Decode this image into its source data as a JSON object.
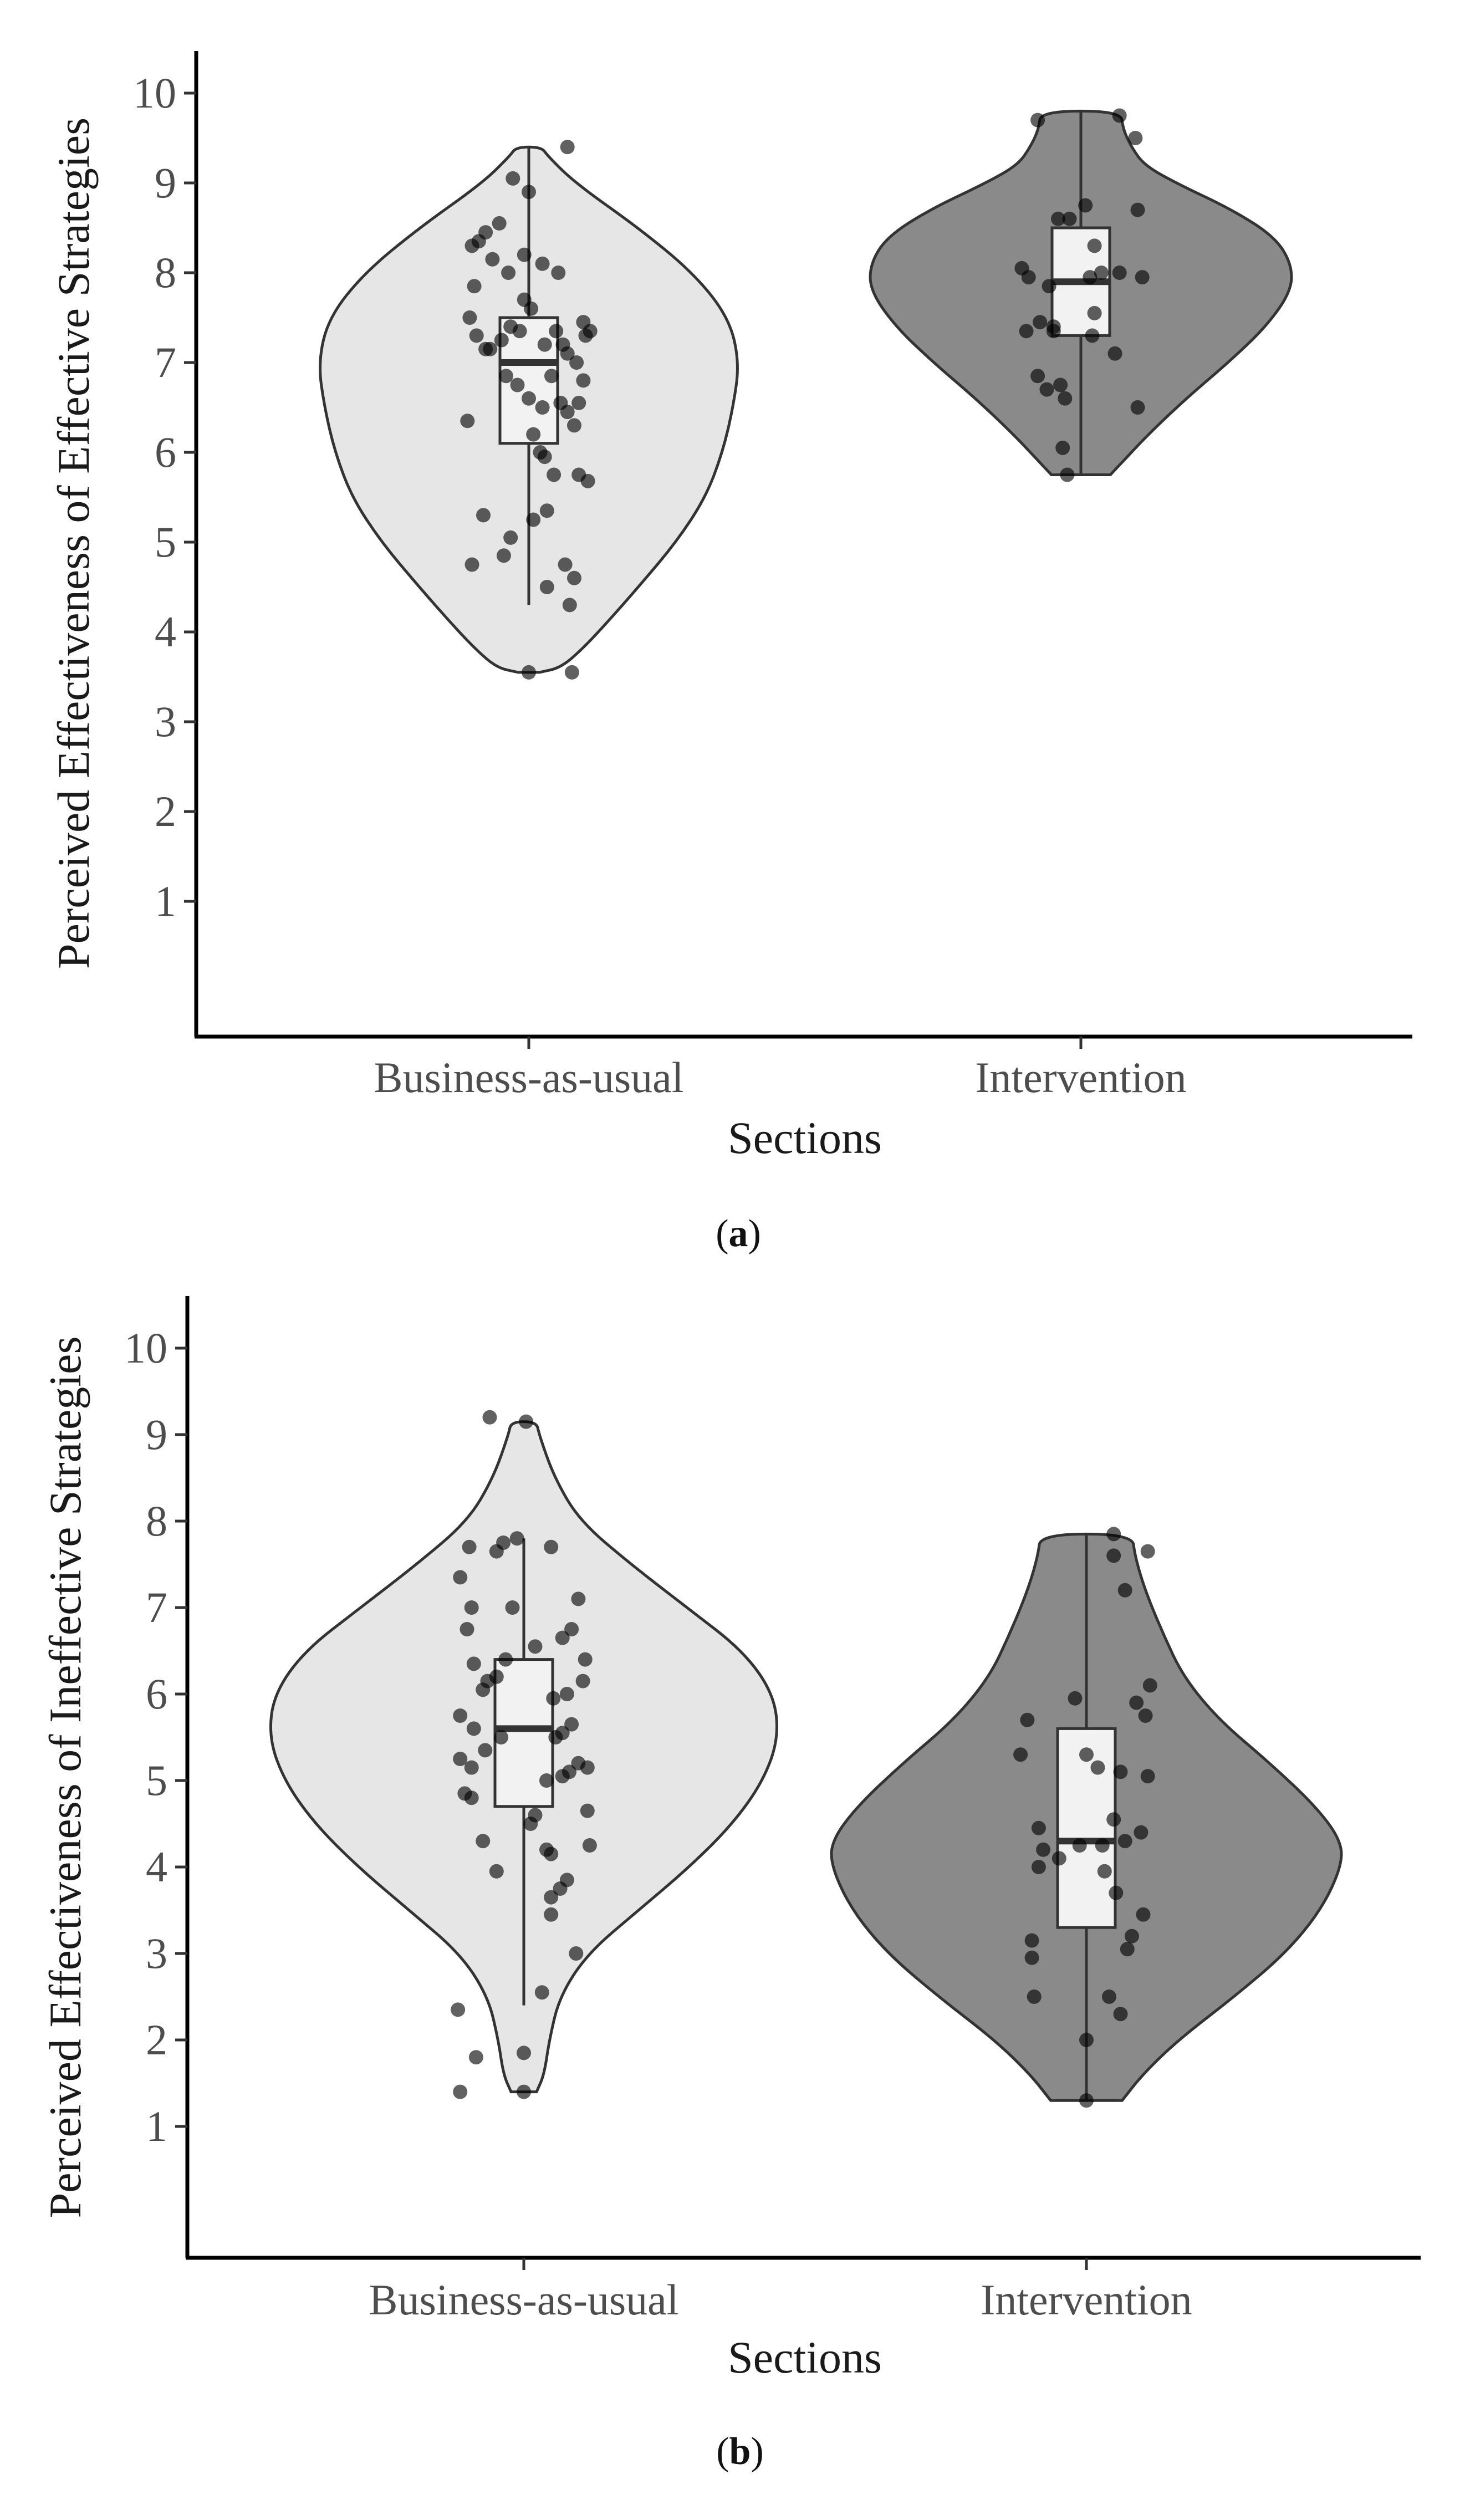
{
  "panels": [
    {
      "label": "a",
      "ylabel": "Perceived Effectiveness of Effective Strategies",
      "xlabel": "Sections",
      "yticks": [
        "1",
        "2",
        "3",
        "4",
        "5",
        "6",
        "7",
        "8",
        "9",
        "10"
      ]
    },
    {
      "label": "b",
      "ylabel": "Perceived Effectiveness of Ineffective Strategies",
      "xlabel": "Sections",
      "yticks": [
        "1",
        "2",
        "3",
        "4",
        "5",
        "6",
        "7",
        "8",
        "9",
        "10"
      ]
    }
  ],
  "chart_data": [
    {
      "type": "violin",
      "panel": "a",
      "xlabel": "Sections",
      "ylabel": "Perceived Effectiveness of Effective Strategies",
      "categories": [
        "Business-as-usual",
        "Intervention"
      ],
      "ylim": [
        0,
        10.5
      ],
      "yticks": [
        1,
        2,
        3,
        4,
        5,
        6,
        7,
        8,
        9,
        10
      ],
      "grid": false,
      "series": [
        {
          "category": "Business-as-usual",
          "fill": "#e6e6e6",
          "box": {
            "min": 4.3,
            "q1": 6.1,
            "median": 7.0,
            "q3": 7.5,
            "max": 9.4
          },
          "violin_range": [
            3.55,
            9.4
          ],
          "density": [
            [
              3.55,
              0.05
            ],
            [
              3.6,
              0.15
            ],
            [
              3.8,
              0.25
            ],
            [
              4.1,
              0.37
            ],
            [
              4.5,
              0.52
            ],
            [
              5.0,
              0.7
            ],
            [
              5.5,
              0.84
            ],
            [
              6.0,
              0.92
            ],
            [
              6.5,
              0.97
            ],
            [
              7.0,
              1.0
            ],
            [
              7.5,
              0.95
            ],
            [
              8.0,
              0.78
            ],
            [
              8.5,
              0.52
            ],
            [
              9.0,
              0.22
            ],
            [
              9.3,
              0.09
            ],
            [
              9.4,
              0.06
            ]
          ],
          "points": [
            [
              -0.25,
              8.3
            ],
            [
              -0.22,
              8.35
            ],
            [
              -0.19,
              8.45
            ],
            [
              -0.13,
              8.55
            ],
            [
              -0.07,
              9.05
            ],
            [
              0.0,
              8.9
            ],
            [
              0.17,
              9.4
            ],
            [
              -0.24,
              7.85
            ],
            [
              -0.16,
              8.15
            ],
            [
              -0.09,
              8.0
            ],
            [
              -0.02,
              8.2
            ],
            [
              0.06,
              8.1
            ],
            [
              0.13,
              8.0
            ],
            [
              -0.26,
              7.5
            ],
            [
              -0.23,
              7.3
            ],
            [
              -0.19,
              7.15
            ],
            [
              -0.17,
              7.15
            ],
            [
              -0.12,
              7.25
            ],
            [
              -0.08,
              7.4
            ],
            [
              -0.04,
              7.35
            ],
            [
              -0.02,
              7.7
            ],
            [
              0.01,
              7.6
            ],
            [
              0.07,
              7.2
            ],
            [
              0.12,
              7.35
            ],
            [
              0.15,
              7.2
            ],
            [
              0.17,
              7.1
            ],
            [
              0.21,
              7.0
            ],
            [
              0.25,
              7.3
            ],
            [
              0.24,
              7.45
            ],
            [
              0.27,
              7.35
            ],
            [
              -0.27,
              6.35
            ],
            [
              -0.1,
              6.85
            ],
            [
              -0.05,
              6.75
            ],
            [
              0.0,
              6.6
            ],
            [
              0.06,
              6.5
            ],
            [
              0.1,
              6.85
            ],
            [
              0.14,
              6.55
            ],
            [
              0.17,
              6.45
            ],
            [
              0.2,
              6.3
            ],
            [
              0.22,
              6.55
            ],
            [
              0.24,
              6.8
            ],
            [
              0.02,
              6.2
            ],
            [
              0.05,
              6.0
            ],
            [
              0.07,
              5.95
            ],
            [
              0.11,
              5.75
            ],
            [
              0.22,
              5.75
            ],
            [
              0.26,
              5.68
            ],
            [
              -0.2,
              5.3
            ],
            [
              0.02,
              5.25
            ],
            [
              0.08,
              5.35
            ],
            [
              -0.25,
              4.75
            ],
            [
              -0.11,
              4.85
            ],
            [
              -0.08,
              5.05
            ],
            [
              0.08,
              4.5
            ],
            [
              0.16,
              4.75
            ],
            [
              0.18,
              4.3
            ],
            [
              0.2,
              4.6
            ],
            [
              0.19,
              3.55
            ],
            [
              0.0,
              3.55
            ]
          ]
        },
        {
          "category": "Intervention",
          "fill": "#8a8a8a",
          "box": {
            "min": 5.75,
            "q1": 7.3,
            "median": 7.9,
            "q3": 8.5,
            "max": 9.8
          },
          "violin_range": [
            5.75,
            9.8
          ],
          "density": [
            [
              5.75,
              0.14
            ],
            [
              5.9,
              0.2
            ],
            [
              6.2,
              0.32
            ],
            [
              6.6,
              0.5
            ],
            [
              7.0,
              0.7
            ],
            [
              7.4,
              0.88
            ],
            [
              7.8,
              1.0
            ],
            [
              8.1,
              1.0
            ],
            [
              8.4,
              0.92
            ],
            [
              8.7,
              0.72
            ],
            [
              9.0,
              0.45
            ],
            [
              9.2,
              0.3
            ],
            [
              9.4,
              0.24
            ],
            [
              9.6,
              0.2
            ],
            [
              9.8,
              0.19
            ]
          ],
          "points": [
            [
              -0.19,
              9.7
            ],
            [
              0.17,
              9.75
            ],
            [
              0.24,
              9.5
            ],
            [
              0.25,
              8.7
            ],
            [
              -0.1,
              8.6
            ],
            [
              -0.05,
              8.6
            ],
            [
              0.02,
              8.75
            ],
            [
              0.06,
              8.3
            ],
            [
              -0.26,
              8.05
            ],
            [
              -0.23,
              7.95
            ],
            [
              -0.14,
              7.85
            ],
            [
              0.04,
              7.95
            ],
            [
              0.06,
              7.55
            ],
            [
              0.09,
              8.0
            ],
            [
              0.17,
              8.0
            ],
            [
              0.27,
              7.95
            ],
            [
              -0.24,
              7.35
            ],
            [
              -0.18,
              7.45
            ],
            [
              -0.12,
              7.4
            ],
            [
              -0.12,
              7.35
            ],
            [
              0.05,
              7.3
            ],
            [
              0.15,
              7.1
            ],
            [
              -0.19,
              6.85
            ],
            [
              -0.15,
              6.7
            ],
            [
              -0.09,
              6.75
            ],
            [
              -0.07,
              6.6
            ],
            [
              0.25,
              6.5
            ],
            [
              -0.08,
              6.05
            ],
            [
              -0.06,
              5.75
            ]
          ]
        }
      ]
    },
    {
      "type": "violin",
      "panel": "b",
      "xlabel": "Sections",
      "ylabel": "Perceived Effectiveness of Ineffective Strategies",
      "categories": [
        "Business-as-usual",
        "Intervention"
      ],
      "ylim": [
        -0.15,
        10.5
      ],
      "yticks": [
        1,
        2,
        3,
        4,
        5,
        6,
        7,
        8,
        9,
        10
      ],
      "grid": false,
      "series": [
        {
          "category": "Business-as-usual",
          "fill": "#e6e6e6",
          "box": {
            "min": 2.4,
            "q1": 4.7,
            "median": 5.6,
            "q3": 6.4,
            "max": 7.8
          },
          "violin_range": [
            1.4,
            9.15
          ],
          "density": [
            [
              1.4,
              0.05
            ],
            [
              1.6,
              0.08
            ],
            [
              2.0,
              0.1
            ],
            [
              2.5,
              0.14
            ],
            [
              3.0,
              0.25
            ],
            [
              3.5,
              0.45
            ],
            [
              4.0,
              0.65
            ],
            [
              4.5,
              0.82
            ],
            [
              5.0,
              0.94
            ],
            [
              5.5,
              1.0
            ],
            [
              6.0,
              0.98
            ],
            [
              6.5,
              0.86
            ],
            [
              7.0,
              0.64
            ],
            [
              7.5,
              0.42
            ],
            [
              8.0,
              0.22
            ],
            [
              8.5,
              0.12
            ],
            [
              9.0,
              0.06
            ],
            [
              9.15,
              0.05
            ]
          ],
          "points": [
            [
              -0.29,
              2.35
            ],
            [
              -0.28,
              1.4
            ],
            [
              -0.21,
              1.8
            ],
            [
              0.0,
              1.85
            ],
            [
              0.0,
              1.4
            ],
            [
              0.01,
              9.15
            ],
            [
              -0.15,
              9.2
            ],
            [
              -0.24,
              7.7
            ],
            [
              -0.12,
              7.65
            ],
            [
              -0.09,
              7.75
            ],
            [
              -0.03,
              7.8
            ],
            [
              0.12,
              7.7
            ],
            [
              -0.28,
              7.35
            ],
            [
              -0.23,
              7.0
            ],
            [
              -0.05,
              7.0
            ],
            [
              0.24,
              7.1
            ],
            [
              0.21,
              6.75
            ],
            [
              -0.25,
              6.75
            ],
            [
              0.17,
              6.65
            ],
            [
              -0.22,
              6.35
            ],
            [
              -0.08,
              6.4
            ],
            [
              0.05,
              6.55
            ],
            [
              0.27,
              6.4
            ],
            [
              -0.16,
              6.15
            ],
            [
              -0.12,
              6.2
            ],
            [
              -0.18,
              6.05
            ],
            [
              0.13,
              5.95
            ],
            [
              0.19,
              6.0
            ],
            [
              0.26,
              6.15
            ],
            [
              -0.28,
              5.75
            ],
            [
              -0.22,
              5.6
            ],
            [
              -0.17,
              5.35
            ],
            [
              -0.1,
              5.5
            ],
            [
              0.14,
              5.5
            ],
            [
              0.17,
              5.55
            ],
            [
              0.21,
              5.65
            ],
            [
              -0.28,
              5.25
            ],
            [
              -0.23,
              5.15
            ],
            [
              0.1,
              5.0
            ],
            [
              0.17,
              5.05
            ],
            [
              0.2,
              5.1
            ],
            [
              0.24,
              5.2
            ],
            [
              0.28,
              5.15
            ],
            [
              -0.23,
              4.8
            ],
            [
              -0.26,
              4.85
            ],
            [
              0.03,
              4.5
            ],
            [
              0.05,
              4.6
            ],
            [
              0.1,
              4.2
            ],
            [
              0.28,
              4.65
            ],
            [
              0.29,
              4.25
            ],
            [
              -0.18,
              4.3
            ],
            [
              -0.12,
              3.95
            ],
            [
              0.12,
              4.15
            ],
            [
              0.16,
              3.75
            ],
            [
              0.19,
              3.85
            ],
            [
              0.12,
              3.45
            ],
            [
              0.08,
              2.55
            ],
            [
              0.23,
              3.0
            ],
            [
              0.12,
              3.65
            ]
          ]
        },
        {
          "category": "Intervention",
          "fill": "#8a8a8a",
          "box": {
            "min": 1.3,
            "q1": 3.3,
            "median": 4.3,
            "q3": 5.6,
            "max": 7.85
          },
          "violin_range": [
            1.3,
            7.85
          ],
          "density": [
            [
              1.3,
              0.14
            ],
            [
              1.6,
              0.22
            ],
            [
              2.0,
              0.36
            ],
            [
              2.5,
              0.58
            ],
            [
              3.0,
              0.78
            ],
            [
              3.5,
              0.92
            ],
            [
              4.0,
              1.0
            ],
            [
              4.3,
              1.0
            ],
            [
              4.7,
              0.9
            ],
            [
              5.2,
              0.72
            ],
            [
              5.7,
              0.52
            ],
            [
              6.2,
              0.38
            ],
            [
              6.7,
              0.3
            ],
            [
              7.2,
              0.23
            ],
            [
              7.6,
              0.19
            ],
            [
              7.85,
              0.18
            ]
          ],
          "points": [
            [
              0.12,
              7.85
            ],
            [
              0.27,
              7.65
            ],
            [
              0.12,
              7.6
            ],
            [
              0.17,
              7.2
            ],
            [
              -0.26,
              5.7
            ],
            [
              -0.29,
              5.3
            ],
            [
              -0.05,
              5.95
            ],
            [
              0.28,
              6.1
            ],
            [
              0.22,
              5.9
            ],
            [
              0.26,
              5.75
            ],
            [
              0.0,
              5.3
            ],
            [
              0.05,
              5.15
            ],
            [
              0.15,
              5.1
            ],
            [
              0.27,
              5.05
            ],
            [
              -0.21,
              4.45
            ],
            [
              -0.19,
              4.2
            ],
            [
              -0.12,
              4.1
            ],
            [
              -0.03,
              4.25
            ],
            [
              0.07,
              4.25
            ],
            [
              0.12,
              4.55
            ],
            [
              0.17,
              4.3
            ],
            [
              0.24,
              4.4
            ],
            [
              -0.21,
              4.0
            ],
            [
              0.08,
              3.95
            ],
            [
              0.13,
              3.7
            ],
            [
              0.18,
              3.05
            ],
            [
              0.2,
              3.2
            ],
            [
              0.25,
              3.45
            ],
            [
              -0.24,
              3.15
            ],
            [
              -0.24,
              2.95
            ],
            [
              -0.23,
              2.5
            ],
            [
              0.1,
              2.5
            ],
            [
              0.15,
              2.3
            ],
            [
              0.0,
              2.0
            ],
            [
              0.0,
              1.3
            ]
          ]
        }
      ]
    }
  ]
}
